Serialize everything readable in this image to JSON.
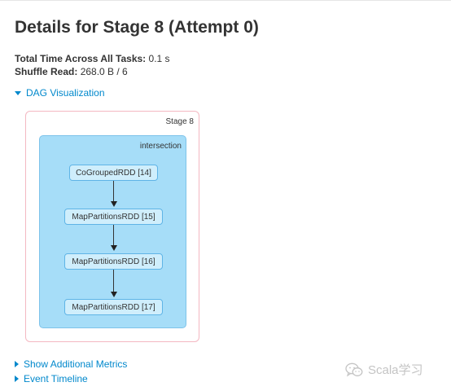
{
  "page": {
    "title": "Details for Stage 8 (Attempt 0)"
  },
  "summary": {
    "total_time_label": "Total Time Across All Tasks:",
    "total_time_value": "0.1 s",
    "shuffle_read_label": "Shuffle Read:",
    "shuffle_read_value": "268.0 B / 6"
  },
  "dag": {
    "toggle_label": "DAG Visualization",
    "expanded": true,
    "stage_label": "Stage 8",
    "cluster_label": "intersection",
    "nodes": [
      {
        "label": "CoGroupedRDD [14]"
      },
      {
        "label": "MapPartitionsRDD [15]"
      },
      {
        "label": "MapPartitionsRDD [16]"
      },
      {
        "label": "MapPartitionsRDD [17]"
      }
    ]
  },
  "sections": {
    "additional_metrics_label": "Show Additional Metrics",
    "event_timeline_label": "Event Timeline"
  },
  "watermark": {
    "text": "Scala学习",
    "icon": "wechat-icon"
  },
  "colors": {
    "link": "#0088cc",
    "stage_border": "#f4b8c2",
    "cluster_fill": "#a6ddf8",
    "node_fill": "#cfeefc",
    "node_border": "#5fb4e6"
  }
}
